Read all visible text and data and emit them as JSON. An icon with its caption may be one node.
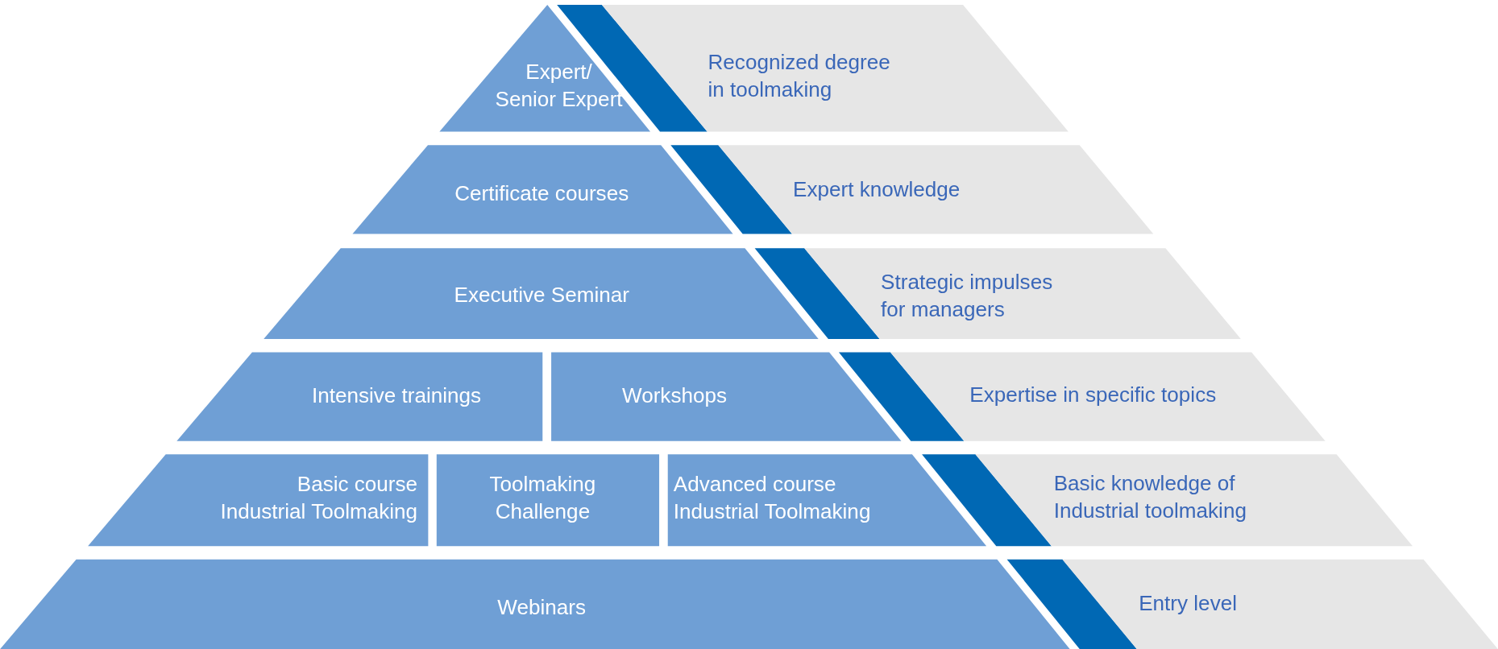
{
  "diagram": {
    "nodes": [
      {
        "text": [
          "Expert/ Senior Expert"
        ]
      },
      {
        "text": [
          "Recognized degree in toolmaking"
        ]
      },
      {
        "text": [
          "Certificate courses"
        ]
      },
      {
        "text": [
          "Expert knowledge"
        ]
      },
      {
        "text": [
          "Executive Seminar"
        ]
      },
      {
        "text": [
          "Strategic impulses for managers"
        ]
      },
      {
        "text": [
          "Intensive trainings"
        ]
      },
      {
        "text": [
          "Workshops"
        ]
      },
      {
        "text": [
          "Expertise in specific topics"
        ]
      },
      {
        "text": [
          "Basic course Industrial Toolmaking"
        ]
      },
      {
        "text": [
          "Toolmaking Challenge"
        ]
      },
      {
        "text": [
          "Advanced course Industrial Toolmaking"
        ]
      },
      {
        "text": [
          "Basic knowledge of Industrial toolmaking"
        ]
      },
      {
        "text": [
          "Webinars"
        ]
      },
      {
        "text": [
          "Entry level"
        ]
      }
    ]
  }
}
